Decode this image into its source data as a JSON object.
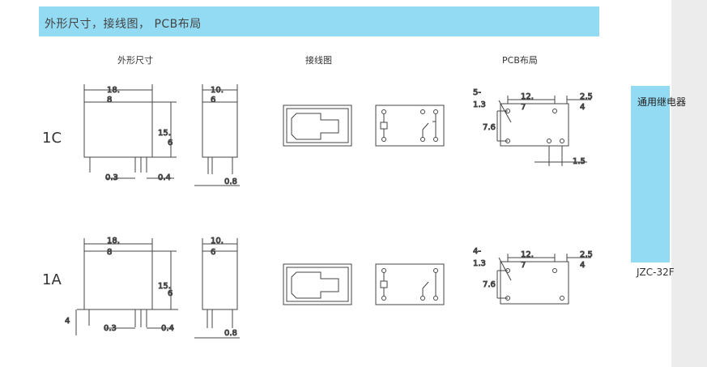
{
  "banner": {
    "title": "外形尺寸，接线图， PCB布局"
  },
  "columns": {
    "dimensions": "外形尺寸",
    "wiring": "接线图",
    "pcb": "PCB布局"
  },
  "rows": [
    {
      "label": "1C",
      "dims": {
        "length_a": "18.",
        "length_b": "8",
        "width_a": "10.",
        "width_b": "6",
        "height_a": "15.",
        "height_b": "6",
        "pin_offset": "0.3",
        "pin_width": "0.4",
        "pin_thick": "0.8"
      },
      "pcb": {
        "top_left_a": "5-",
        "top_left_b": "1.3",
        "span_a": "12.",
        "span_b": "7",
        "right_a": "2.5",
        "right_b": "4",
        "vertical": "7.6",
        "bottom": "1.5"
      }
    },
    {
      "label": "1A",
      "dims": {
        "length_a": "18.",
        "length_b": "8",
        "width_a": "10.",
        "width_b": "6",
        "height_a": "15.",
        "height_b": "6",
        "pin_offset": "0.3",
        "pin_width": "0.4",
        "pin_thick": "0.8",
        "standoff": "4"
      },
      "pcb": {
        "top_left_a": "4-",
        "top_left_b": "1.3",
        "span_a": "12.",
        "span_b": "7",
        "right_a": "2.5",
        "right_b": "4",
        "vertical": "7.6"
      }
    }
  ],
  "sidebar": {
    "title": "通用继电器",
    "model": "JZC-32F"
  }
}
